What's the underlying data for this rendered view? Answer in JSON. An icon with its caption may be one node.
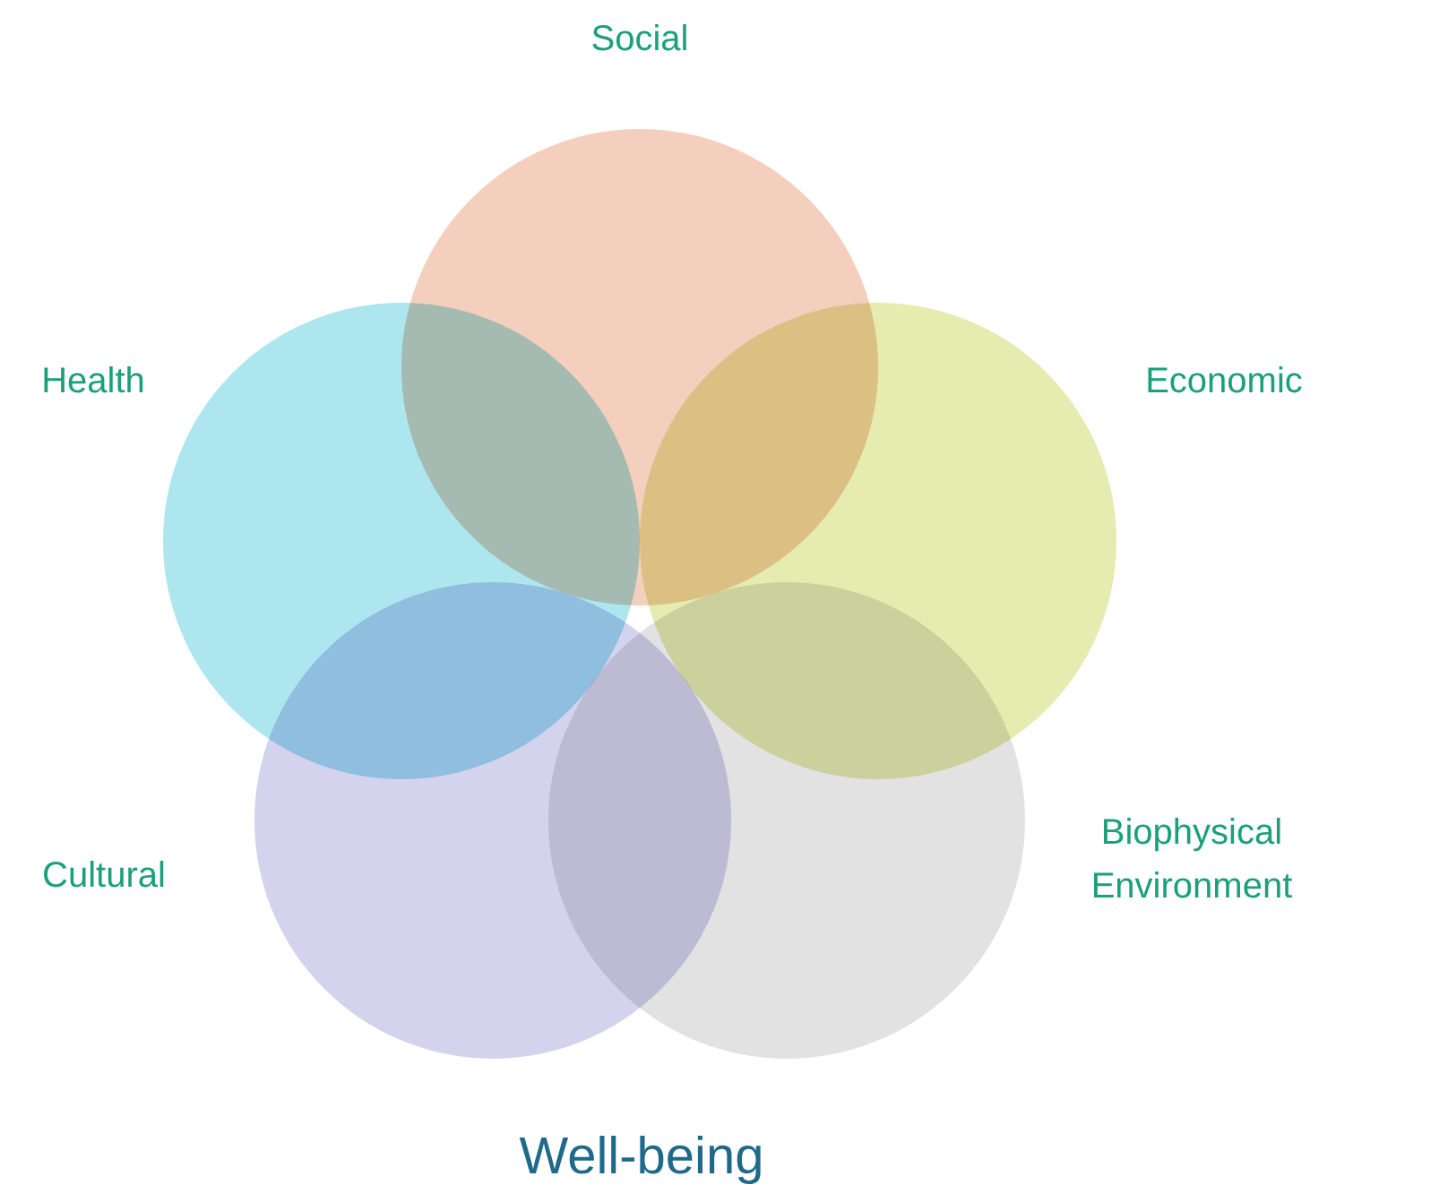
{
  "diagram": {
    "title": "Well-being",
    "nodes": [
      {
        "text": [
          "Social"
        ]
      },
      {
        "text": [
          "Economic"
        ]
      },
      {
        "text": [
          "Biophysical Environment"
        ]
      },
      {
        "text": [
          "Cultural"
        ]
      },
      {
        "text": [
          "Health"
        ]
      }
    ]
  }
}
